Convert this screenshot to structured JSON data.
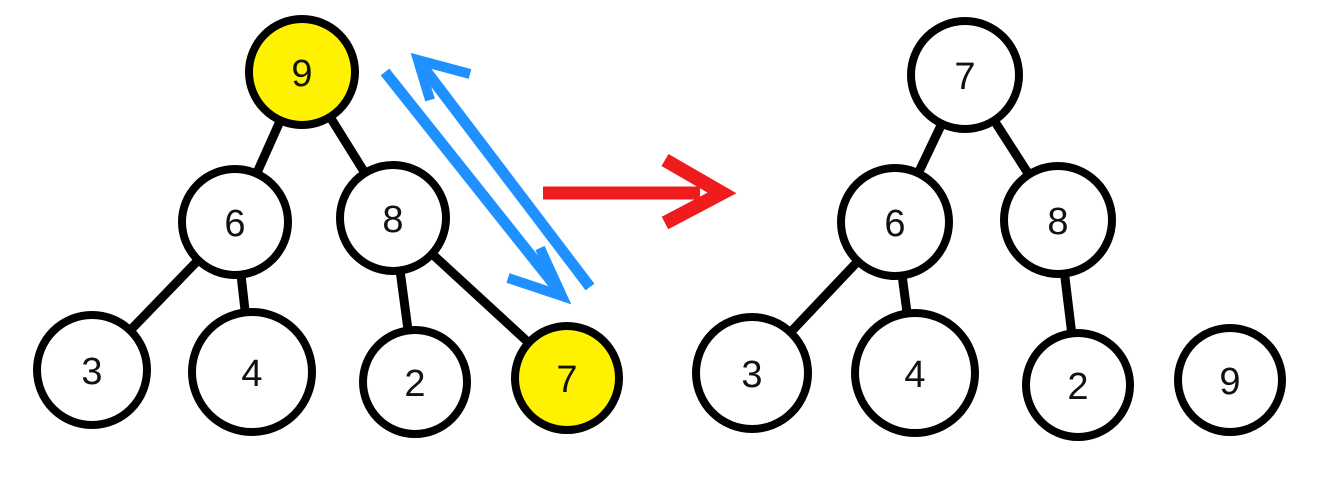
{
  "colors": {
    "highlight_fill": "#FFF200",
    "node_fill": "#FFFFFF",
    "outline": "#000000",
    "swap_arrow": "#1E90FF",
    "transition_arrow": "#EE1C1C"
  },
  "before_tree": {
    "nodes": [
      {
        "id": "root",
        "label": "9",
        "highlighted": true
      },
      {
        "id": "left",
        "label": "6",
        "highlighted": false
      },
      {
        "id": "right",
        "label": "8",
        "highlighted": false
      },
      {
        "id": "left-left",
        "label": "3",
        "highlighted": false
      },
      {
        "id": "left-right",
        "label": "4",
        "highlighted": false
      },
      {
        "id": "right-left",
        "label": "2",
        "highlighted": false
      },
      {
        "id": "right-right",
        "label": "7",
        "highlighted": true
      }
    ],
    "edges": [
      [
        "root",
        "left"
      ],
      [
        "root",
        "right"
      ],
      [
        "left",
        "left-left"
      ],
      [
        "left",
        "left-right"
      ],
      [
        "right",
        "right-left"
      ],
      [
        "right",
        "right-right"
      ]
    ]
  },
  "after_tree": {
    "nodes": [
      {
        "id": "root",
        "label": "7",
        "highlighted": false
      },
      {
        "id": "left",
        "label": "6",
        "highlighted": false
      },
      {
        "id": "right",
        "label": "8",
        "highlighted": false
      },
      {
        "id": "left-left",
        "label": "3",
        "highlighted": false
      },
      {
        "id": "left-right",
        "label": "4",
        "highlighted": false
      },
      {
        "id": "right-left",
        "label": "2",
        "highlighted": false
      },
      {
        "id": "detached",
        "label": "9",
        "highlighted": false
      }
    ],
    "edges": [
      [
        "root",
        "left"
      ],
      [
        "root",
        "right"
      ],
      [
        "left",
        "left-left"
      ],
      [
        "left",
        "left-right"
      ],
      [
        "right",
        "right-left"
      ]
    ]
  }
}
